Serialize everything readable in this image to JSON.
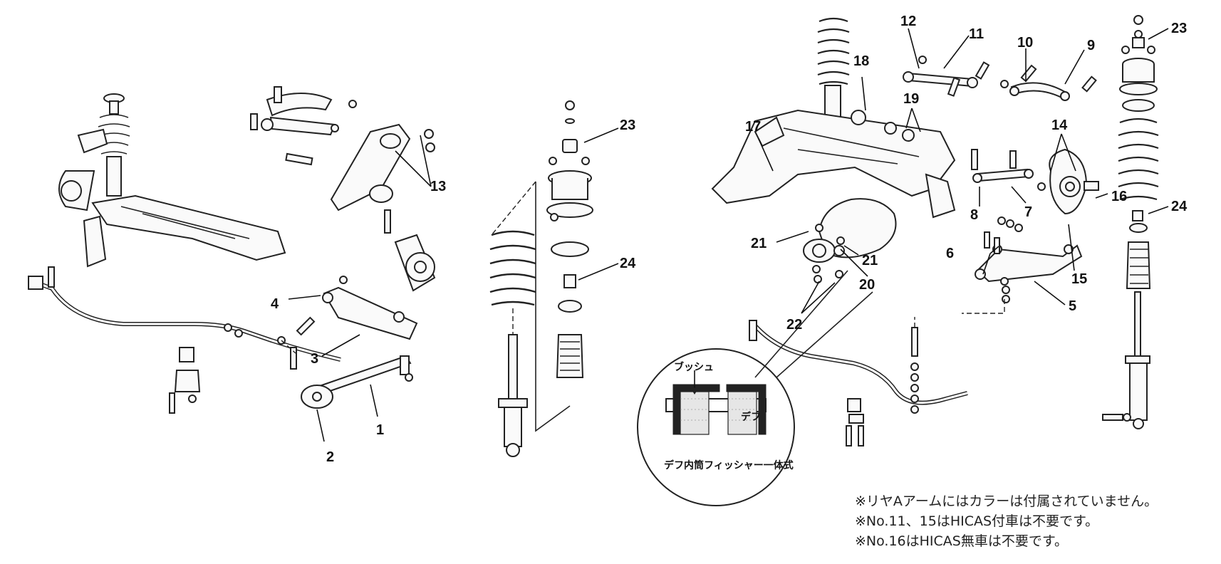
{
  "callouts": [
    {
      "id": "c1",
      "text": "1"
    },
    {
      "id": "c2",
      "text": "2"
    },
    {
      "id": "c3",
      "text": "3"
    },
    {
      "id": "c4",
      "text": "4"
    },
    {
      "id": "c5",
      "text": "5"
    },
    {
      "id": "c6",
      "text": "6"
    },
    {
      "id": "c7",
      "text": "7"
    },
    {
      "id": "c8",
      "text": "8"
    },
    {
      "id": "c9",
      "text": "9"
    },
    {
      "id": "c10",
      "text": "10"
    },
    {
      "id": "c11",
      "text": "11"
    },
    {
      "id": "c12",
      "text": "12"
    },
    {
      "id": "c13",
      "text": "13"
    },
    {
      "id": "c14",
      "text": "14"
    },
    {
      "id": "c15",
      "text": "15"
    },
    {
      "id": "c16",
      "text": "16"
    },
    {
      "id": "c17",
      "text": "17"
    },
    {
      "id": "c18",
      "text": "18"
    },
    {
      "id": "c19",
      "text": "19"
    },
    {
      "id": "c20",
      "text": "20"
    },
    {
      "id": "c21a",
      "text": "21"
    },
    {
      "id": "c21b",
      "text": "21"
    },
    {
      "id": "c22",
      "text": "22"
    },
    {
      "id": "c23a",
      "text": "23"
    },
    {
      "id": "c23b",
      "text": "23"
    },
    {
      "id": "c24a",
      "text": "24"
    },
    {
      "id": "c24b",
      "text": "24"
    }
  ],
  "inset": {
    "bush_label": "ブッシュ",
    "diff_label": "デフ",
    "caption": "デフ内筒フィッシャー一体式"
  },
  "notes": [
    "※リヤAアームにはカラーは付属されていません。",
    "※No.11、15はHICAS付車は不要です。",
    "※No.16はHICAS無車は不要です。"
  ]
}
